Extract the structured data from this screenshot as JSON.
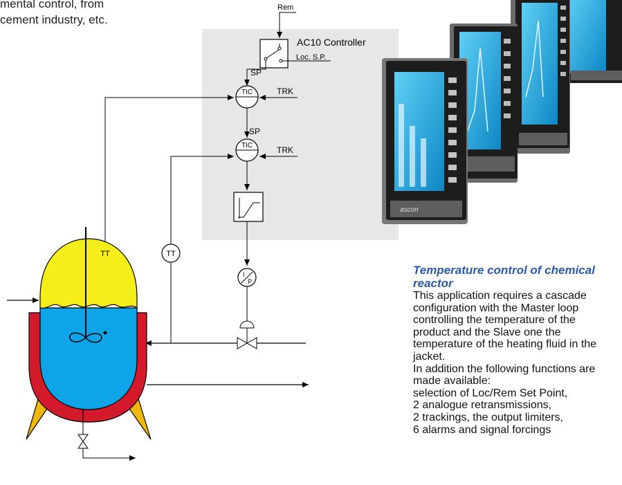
{
  "intro_lines": [
    "mental control, from",
    "cement industry, etc."
  ],
  "diagram": {
    "rem_label": "Rem",
    "controller_label": "AC10 Controller",
    "loc_sp_label": "Loc. S.P.",
    "sp_label_1": "SP",
    "sp_label_2": "SP",
    "tic_label_1": "TIC",
    "tic_label_2": "TIC",
    "trk_label_1": "TRK",
    "trk_label_2": "TRK",
    "tt_label_1": "TT",
    "tt_label_2": "TT",
    "ip_label_i": "I",
    "ip_label_p": "P"
  },
  "device_brand": "ascon",
  "caption": {
    "title_lines": [
      "Temperature control of chemical",
      "reactor"
    ],
    "body_lines": [
      "This application requires a cascade",
      "configuration with the Master loop",
      "controlling the temperature of the",
      "product and the Slave one the",
      "temperature of the heating fluid in the",
      "jacket.",
      "In addition the following functions are",
      "made available:",
      "selection of Loc/Rem Set Point,",
      "2 analogue retransmissions,",
      "2 trackings, the output limiters,",
      "6 alarms and signal forcings"
    ]
  },
  "colors": {
    "panel_bg": "#e7e7e7",
    "reactor_top": "#f5ee1a",
    "reactor_liquid": "#0ea5e8",
    "jacket": "#d31a2b",
    "legs": "#f0b80a",
    "caption_title": "#2a5aa8",
    "screen": "#1aa6dd"
  }
}
